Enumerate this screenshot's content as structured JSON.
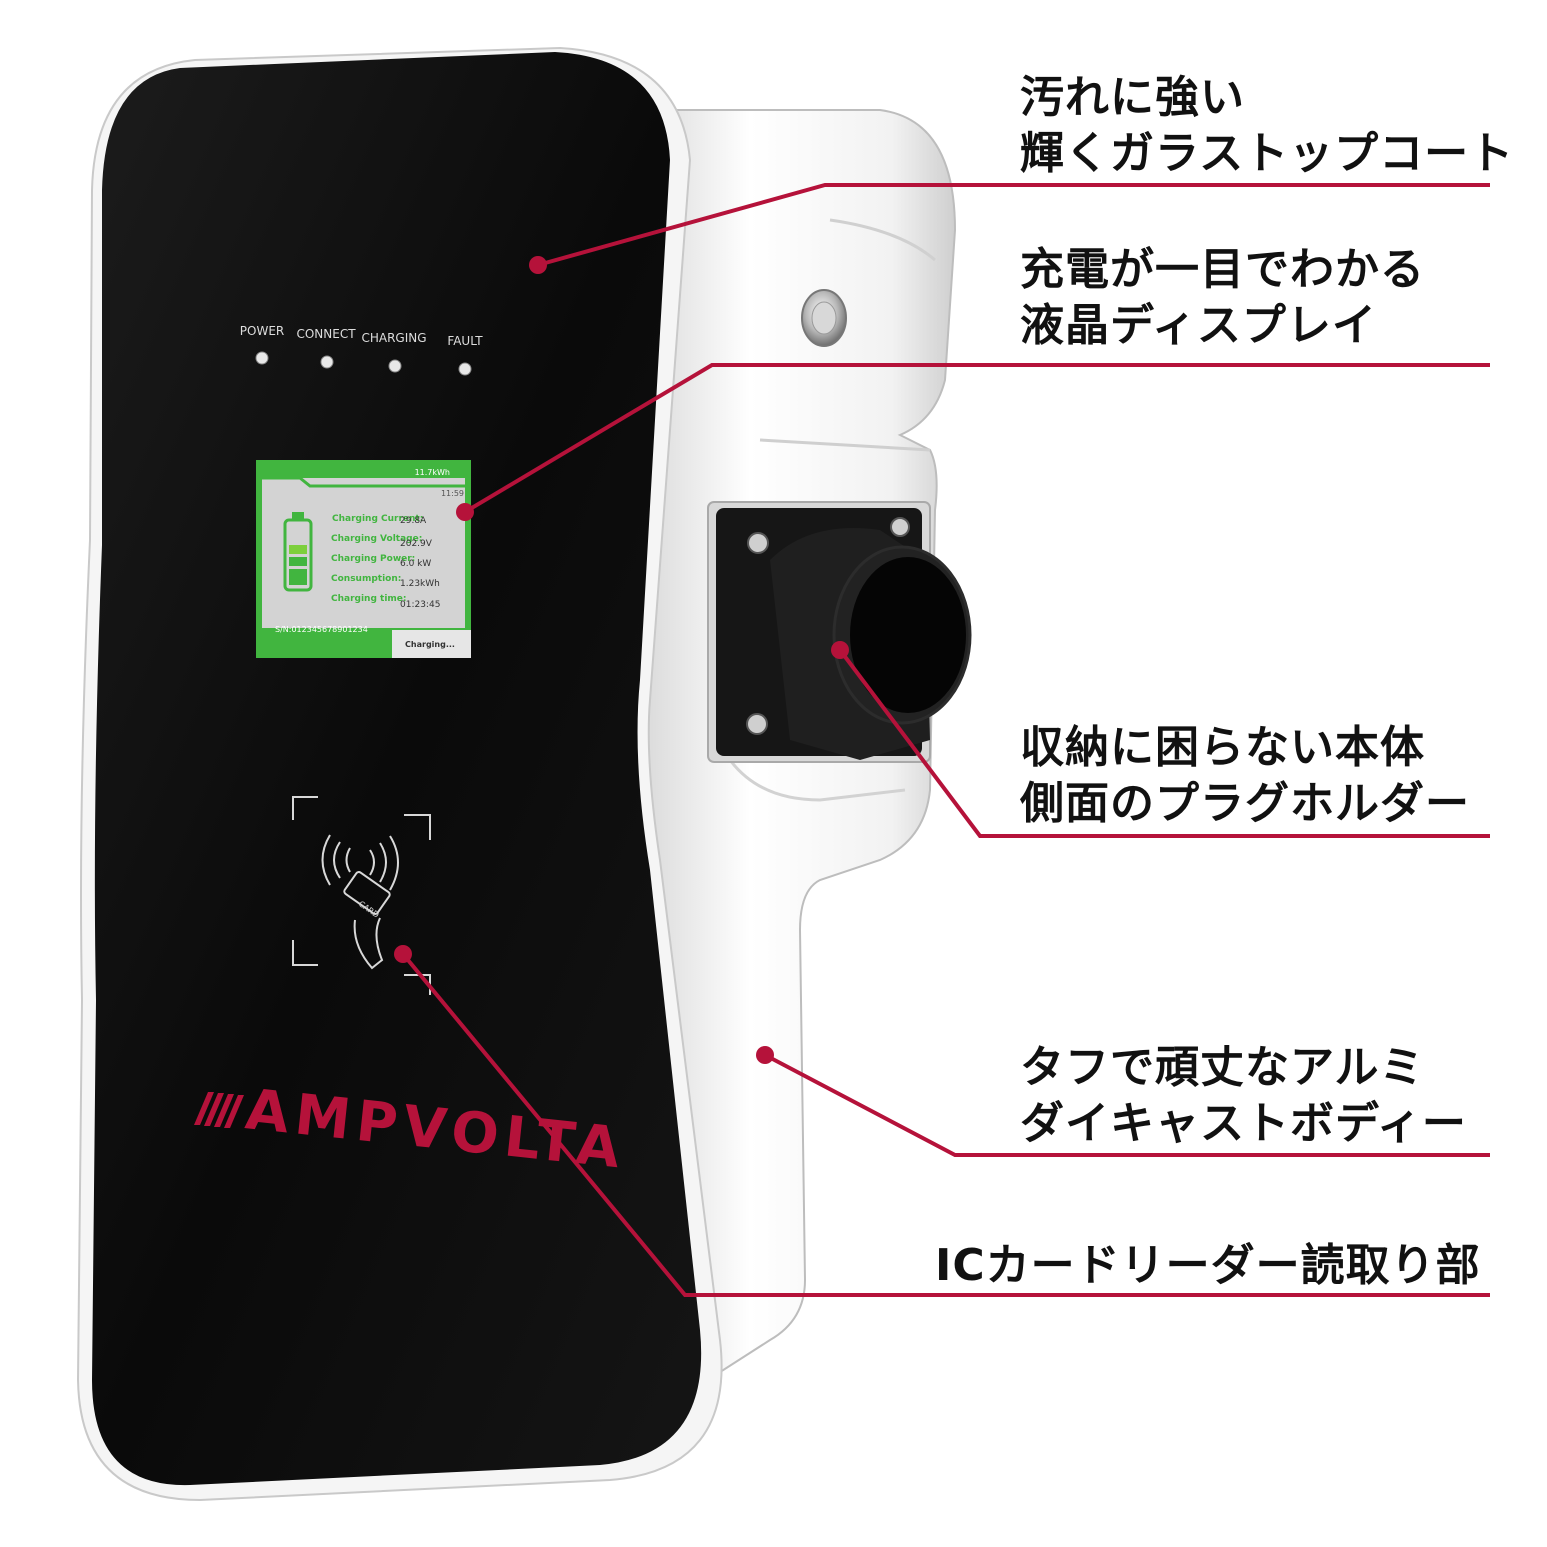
{
  "colors": {
    "accent": "#b5123a",
    "panel": "#0b0b0b",
    "housing": "#f4f4f4",
    "lcd_green": "#41b53f"
  },
  "indicators": [
    "POWER",
    "CONNECT",
    "CHARGING",
    "FAULT"
  ],
  "lcd": {
    "energy": "11.7kWh",
    "time": "11:59",
    "rows": [
      {
        "label": "Charging Current:",
        "value": "29.8A"
      },
      {
        "label": "Charging Voltage:",
        "value": "202.9V"
      },
      {
        "label": "Charging Power:",
        "value": "6.0 kW"
      },
      {
        "label": "Consumption:",
        "value": "1.23kWh"
      },
      {
        "label": "Charging time:",
        "value": "01:23:45"
      }
    ],
    "serial": "S/N:012345678901234",
    "status": "Charging..."
  },
  "card_label": "CARD",
  "brand": "AMPVOLTA",
  "callouts": [
    {
      "lines": [
        "汚れに強い",
        "輝くガラストップコート"
      ]
    },
    {
      "lines": [
        "充電が一目でわかる",
        "液晶ディスプレイ"
      ]
    },
    {
      "lines": [
        "収納に困らない本体",
        "側面のプラグホルダー"
      ]
    },
    {
      "lines": [
        "タフで頑丈なアルミ",
        "ダイキャストボディー"
      ]
    },
    {
      "lines": [
        "ICカードリーダー読取り部"
      ]
    }
  ]
}
